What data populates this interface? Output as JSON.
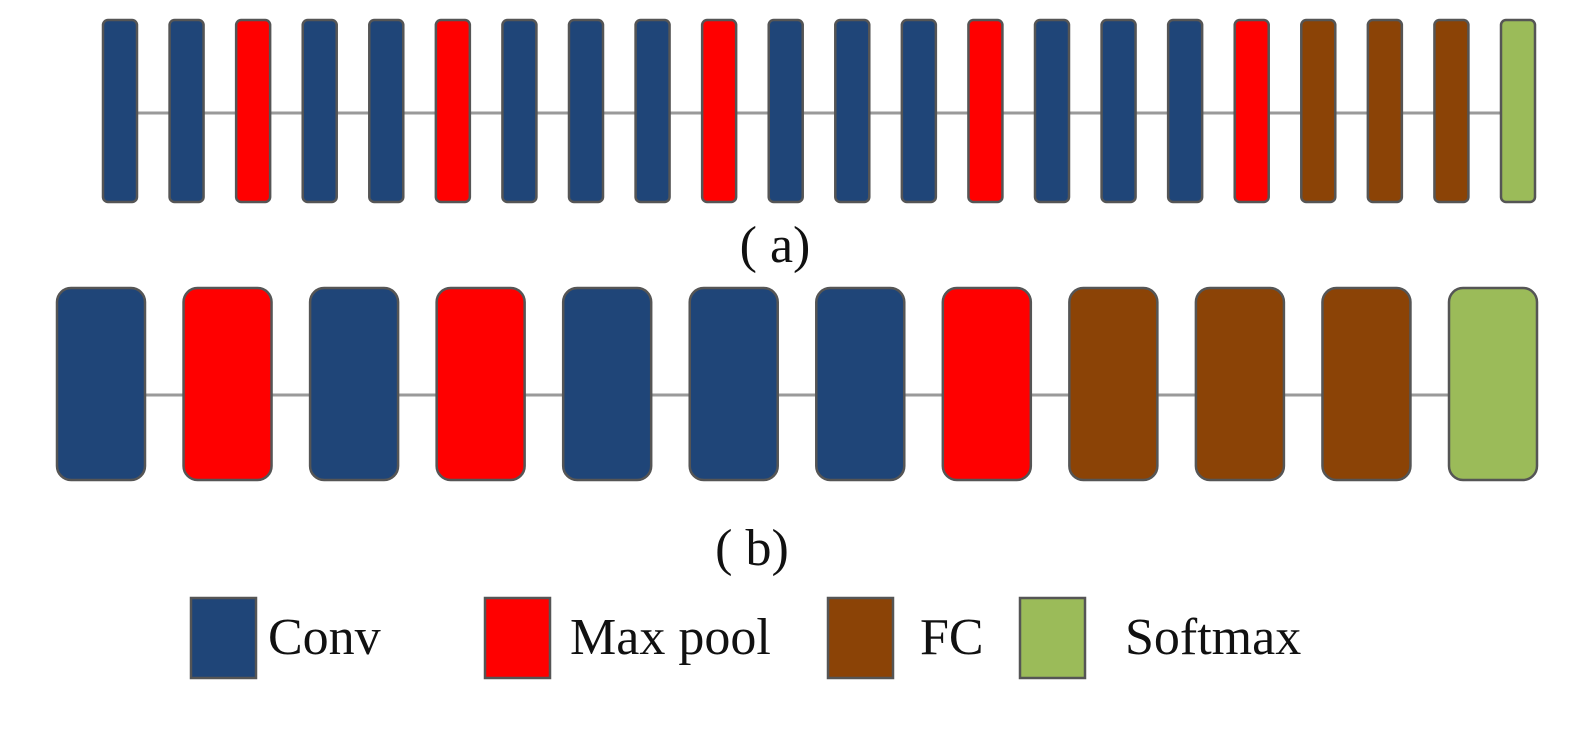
{
  "colors": {
    "conv": "#1F4578",
    "pool": "#FF0000",
    "fc": "#8B4306",
    "softmax": "#9BBB59",
    "connector": "#9A9A9A",
    "border": "#555555"
  },
  "diagram_a": {
    "caption": "( a)",
    "layers": [
      "conv",
      "conv",
      "pool",
      "conv",
      "conv",
      "pool",
      "conv",
      "conv",
      "conv",
      "pool",
      "conv",
      "conv",
      "conv",
      "pool",
      "conv",
      "conv",
      "conv",
      "pool",
      "fc",
      "fc",
      "fc",
      "softmax"
    ]
  },
  "diagram_b": {
    "caption": "( b)",
    "layers": [
      "conv",
      "pool",
      "conv",
      "pool",
      "conv",
      "conv",
      "conv",
      "pool",
      "fc",
      "fc",
      "fc",
      "softmax"
    ]
  },
  "legend": [
    {
      "type": "conv",
      "label": "Conv"
    },
    {
      "type": "pool",
      "label": "Max pool"
    },
    {
      "type": "fc",
      "label": "FC"
    },
    {
      "type": "softmax",
      "label": "Softmax"
    }
  ]
}
